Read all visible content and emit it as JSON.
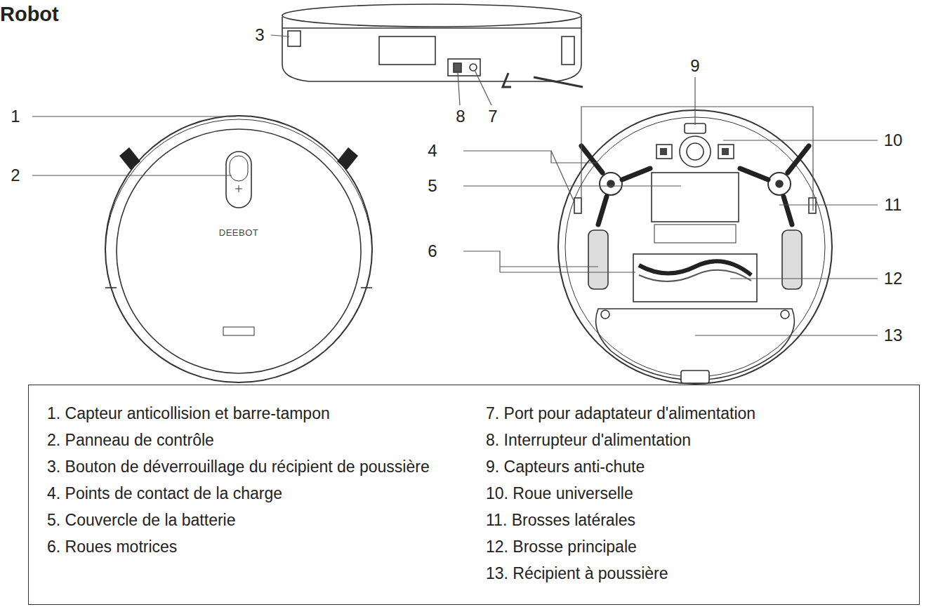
{
  "diagram": {
    "title": "Robot",
    "nodes": [
      {
        "text": [
          "1. Capteur anticollision et barre-tampon",
          "2. Panneau de contrôle",
          "3. Bouton de déverrouillage du récipient de poussière",
          "4. Points de contact de la charge",
          "5. Couvercle de la batterie",
          "6. Roues motrices",
          "7. Port pour adaptateur d'alimentation",
          "8. Interrupteur d'alimentation",
          "9. Capteurs anti-chute",
          "10. Roue universelle",
          "11.  Brosses latérales",
          "12. Brosse principale",
          "13. Récipient à poussière"
        ]
      }
    ],
    "labels": [
      "3",
      "1",
      "2",
      "8",
      "7",
      "9",
      "4",
      "5",
      "6",
      "10",
      "11",
      "12",
      "13",
      "DEEBOT"
    ]
  }
}
